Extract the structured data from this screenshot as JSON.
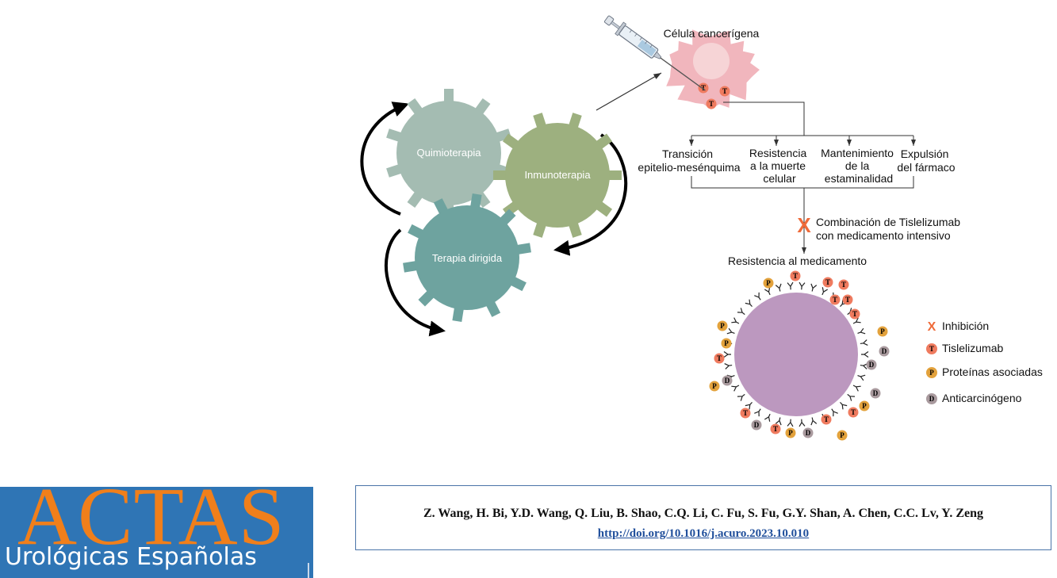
{
  "gears": {
    "chemo": "Quimioterapia",
    "immuno": "Inmunoterapia",
    "targeted": "Terapia dirigida"
  },
  "cell": {
    "label": "Célula cancerígena"
  },
  "mechanisms": [
    {
      "lines": [
        "Transición",
        "epitelio-mesénquima"
      ]
    },
    {
      "lines": [
        "Resistencia",
        "a la muerte",
        "celular"
      ]
    },
    {
      "lines": [
        "Mantenimiento",
        "de la",
        "estaminalidad"
      ]
    },
    {
      "lines": [
        "Expulsión",
        "del fármaco"
      ]
    }
  ],
  "combination": {
    "lines": [
      "Combinación de Tislelizumab",
      "con medicamento intensivo"
    ]
  },
  "resistance_label": "Resistencia al medicamento",
  "tokens": {
    "t": "T",
    "p": "P",
    "d": "D",
    "x": "X"
  },
  "legend": [
    {
      "symbol": "X",
      "label": "Inhibición",
      "color": "#ef6b3a"
    },
    {
      "symbol": "T",
      "label": "Tislelizumab",
      "color": "#ef7b5f"
    },
    {
      "symbol": "P",
      "label": "Proteínas asociadas",
      "color": "#e3a23c"
    },
    {
      "symbol": "D",
      "label": "Anticarcinógeno",
      "color": "#a99a9e"
    }
  ],
  "logo": {
    "main": "ACTAS",
    "sub": "Urológicas Españolas"
  },
  "citation": {
    "authors": "Z. Wang, H. Bi, Y.D. Wang, Q. Liu, B. Shao, C.Q. Li, C. Fu, S. Fu, G.Y. Shan, A. Chen, C.C. Lv, Y. Zeng",
    "doi": "http://doi.org/10.1016/j.acuro.2023.10.010"
  },
  "colors": {
    "chemo": "#a4bcb2",
    "immuno": "#9db07f",
    "targeted": "#6ea39f",
    "cell": "#f1b6bd",
    "nucleus": "#f6d4d6",
    "resistant_cell": "#bc98bf",
    "t_token": "#ef7b5f",
    "p_token": "#e3a23c",
    "d_token": "#a99a9e",
    "x_mark": "#ef6b3a",
    "logo_bg": "#2f75b5",
    "logo_orange": "#f07f1b"
  }
}
